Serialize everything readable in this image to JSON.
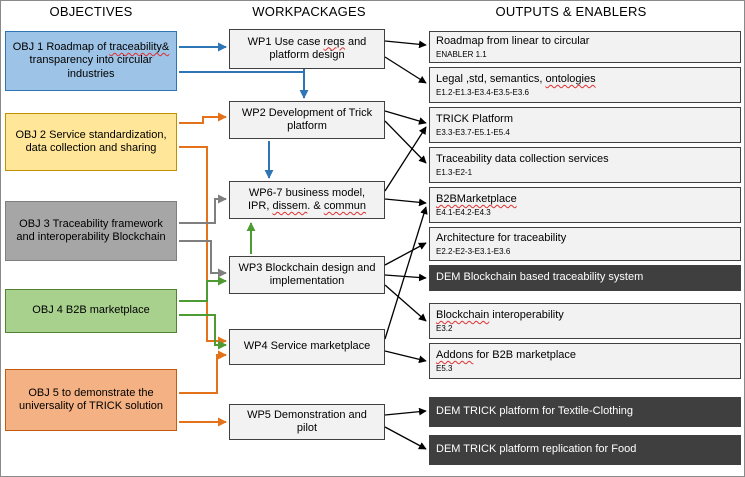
{
  "headers": {
    "objectives": "OBJECTIVES",
    "workpackages": "WORKPACKAGES",
    "outputs": "OUTPUTS & ENABLERS"
  },
  "colors": {
    "blue": "#2E75B6",
    "orange": "#E3721B",
    "gray": "#7F7F7F",
    "green": "#4E9A33",
    "black": "#000000",
    "box_border": "#404040",
    "wp_fill": "#F2F2F2",
    "output_fill": "#F2F2F2",
    "dark_fill": "#3F3F3F",
    "dark_text": "#FFFFFF"
  },
  "objectives": [
    {
      "id": "obj1",
      "fill": "#9DC3E6",
      "border": "#2E75B6",
      "parts": [
        {
          "t": "OBJ 1 Roadmap of "
        },
        {
          "t": "traceability&",
          "sq": true
        },
        {
          "t": " transparency into circular industries"
        }
      ]
    },
    {
      "id": "obj2",
      "fill": "#FFE699",
      "border": "#BF9000",
      "parts": [
        {
          "t": "OBJ 2 Service standardization, data collection and sharing"
        }
      ]
    },
    {
      "id": "obj3",
      "fill": "#A6A6A6",
      "border": "#7F7F7F",
      "parts": [
        {
          "t": "OBJ 3 Traceability framework and interoperability Blockchain"
        }
      ]
    },
    {
      "id": "obj4",
      "fill": "#A9D18E",
      "border": "#548235",
      "parts": [
        {
          "t": "OBJ 4 B2B marketplace"
        }
      ]
    },
    {
      "id": "obj5",
      "fill": "#F4B183",
      "border": "#C55A11",
      "parts": [
        {
          "t": "OBJ 5 to demonstrate the universality of TRICK solution"
        }
      ]
    }
  ],
  "workpackages": [
    {
      "id": "wp1",
      "parts": [
        {
          "t": "WP1 Use case "
        },
        {
          "t": "reqs",
          "sq": true
        },
        {
          "t": " and platform design"
        }
      ]
    },
    {
      "id": "wp2",
      "parts": [
        {
          "t": "WP2 Development of Trick platform"
        }
      ]
    },
    {
      "id": "wp67",
      "parts": [
        {
          "t": "WP6-7 business model, IPR, "
        },
        {
          "t": "dissem",
          "sq": true
        },
        {
          "t": ". & "
        },
        {
          "t": "commun",
          "sq": true
        }
      ]
    },
    {
      "id": "wp3",
      "parts": [
        {
          "t": "WP3 Blockchain design and implementation"
        }
      ]
    },
    {
      "id": "wp4",
      "parts": [
        {
          "t": "WP4 Service marketplace"
        }
      ]
    },
    {
      "id": "wp5",
      "parts": [
        {
          "t": "WP5 Demonstration and pilot"
        }
      ]
    }
  ],
  "outputs": [
    {
      "id": "out1",
      "style": "light",
      "parts": [
        {
          "t": "Roadmap from linear to circular"
        }
      ],
      "code": "ENABLER 1.1"
    },
    {
      "id": "out2",
      "style": "light",
      "parts": [
        {
          "t": "Legal ,std, semantics, "
        },
        {
          "t": "ontologies",
          "sq": true
        }
      ],
      "code": "E1.2-E1.3-E3.4-E3.5-E3.6"
    },
    {
      "id": "out3",
      "style": "light",
      "parts": [
        {
          "t": "TRICK Platform"
        }
      ],
      "code": "E3.3-E3.7-E5.1-E5.4"
    },
    {
      "id": "out4",
      "style": "light",
      "parts": [
        {
          "t": "Traceability data collection services"
        }
      ],
      "code": "E1.3-E2-1"
    },
    {
      "id": "out5",
      "style": "light",
      "parts": [
        {
          "t": "B2BMarketplace",
          "sq": true
        }
      ],
      "code": "E4.1-E4.2-E4.3"
    },
    {
      "id": "out6",
      "style": "light",
      "parts": [
        {
          "t": "Architecture for traceability"
        }
      ],
      "code": "E2.2-E2-3-E3.1-E3.6"
    },
    {
      "id": "out7",
      "style": "dark",
      "parts": [
        {
          "t": "DEM Blockchain based traceability system"
        }
      ]
    },
    {
      "id": "out8",
      "style": "light",
      "parts": [
        {
          "t": "Blockchain",
          "sq": true
        },
        {
          "t": " interoperability"
        }
      ],
      "code": "E3.2"
    },
    {
      "id": "out9",
      "style": "light",
      "parts": [
        {
          "t": "Addons",
          "sq": true
        },
        {
          "t": " for B2B marketplace"
        }
      ],
      "code": "E5.3"
    },
    {
      "id": "out10",
      "style": "dark",
      "parts": [
        {
          "t": "DEM TRICK platform for Textile-Clothing"
        }
      ]
    },
    {
      "id": "out11",
      "style": "dark",
      "parts": [
        {
          "t": "DEM TRICK platform replication for Food"
        }
      ]
    }
  ]
}
